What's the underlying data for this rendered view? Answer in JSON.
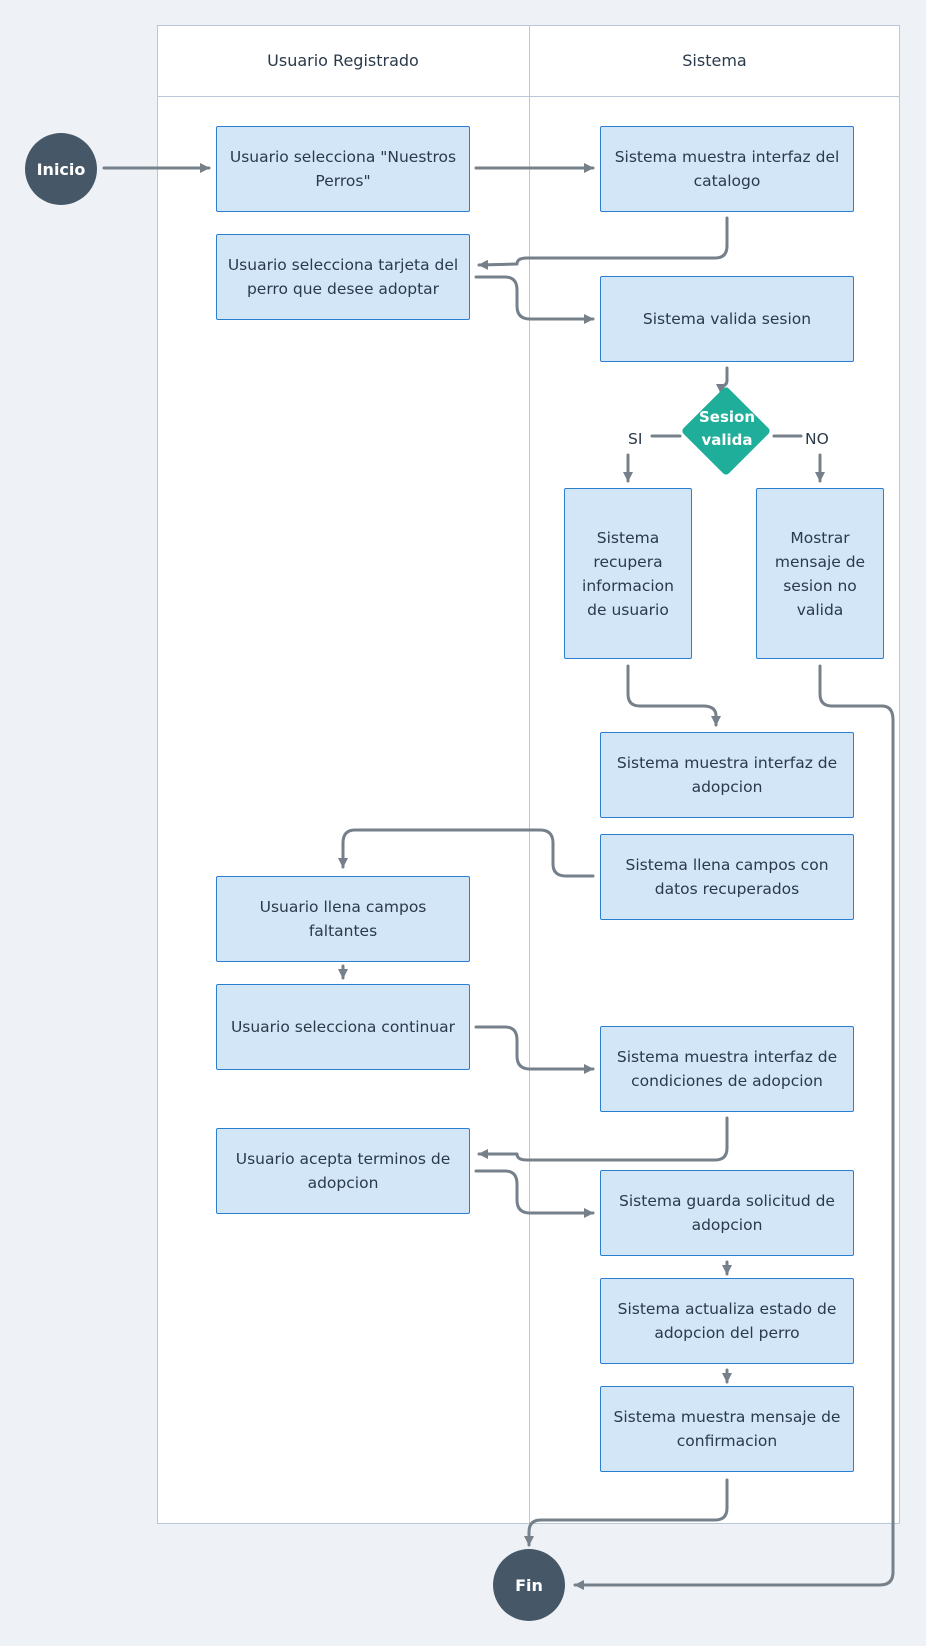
{
  "lanes": {
    "user": "Usuario Registrado",
    "system": "Sistema"
  },
  "start": "Inicio",
  "end": "Fin",
  "nodes": {
    "n1": "Usuario selecciona \"Nuestros Perros\"",
    "n2": "Sistema muestra interfaz del catalogo",
    "n3": "Usuario selecciona tarjeta del perro que desee adoptar",
    "n4": "Sistema valida sesion",
    "decision": "Sesion valida",
    "n5": "Sistema recupera informacion de usuario",
    "n6": "Mostrar mensaje de sesion no valida",
    "n7": "Sistema muestra interfaz de adopcion",
    "n8": "Sistema llena campos con datos recuperados",
    "n9": "Usuario llena campos faltantes",
    "n10": "Usuario selecciona continuar",
    "n11": "Sistema muestra interfaz de condiciones de adopcion",
    "n12": "Usuario acepta terminos de adopcion",
    "n13": "Sistema guarda solicitud de adopcion",
    "n14": "Sistema actualiza estado de adopcion del perro",
    "n15": "Sistema muestra mensaje de confirmacion"
  },
  "branches": {
    "yes": "SI",
    "no": "NO"
  },
  "colors": {
    "background": "#eef2f6",
    "lane": "#ffffff",
    "lane_border": "#b9c8d6",
    "box_fill": "#d2e6f7",
    "box_border": "#2a7fd0",
    "decision_fill": "#1fae9a",
    "terminal": "#465868",
    "edge": "#75808a",
    "text": "#2b3a4a"
  }
}
